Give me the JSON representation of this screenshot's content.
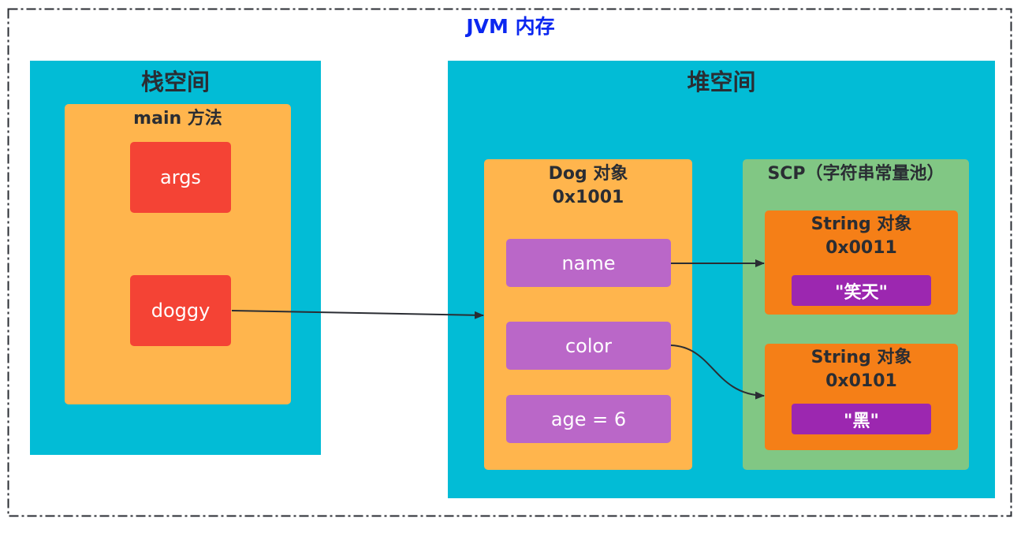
{
  "jvm": {
    "title": "JVM 内存"
  },
  "stack": {
    "title": "栈空间",
    "method": {
      "title": "main 方法",
      "vars": [
        "args",
        "doggy"
      ]
    }
  },
  "heap": {
    "title": "堆空间",
    "dog": {
      "title": "Dog 对象",
      "address": "0x1001",
      "fields": [
        "name",
        "color",
        "age = 6"
      ]
    },
    "scp": {
      "title": "SCP（字符串常量池）",
      "strings": [
        {
          "title": "String 对象",
          "address": "0x0011",
          "value": "\"笑天\""
        },
        {
          "title": "String 对象",
          "address": "0x0101",
          "value": "\"黑\""
        }
      ]
    }
  },
  "colors": {
    "frame_border": "#2a2d33",
    "title_blue": "#0b27f0",
    "region_cyan": "#02bcd6",
    "orange": "#ffb54d",
    "red": "#f44335",
    "purple_light": "#ba67c8",
    "green": "#81c784",
    "orange_dark": "#f57f17",
    "purple_dark": "#9c27b0",
    "arrow": "#2a2d33"
  },
  "arrows": [
    {
      "from": "doggy",
      "to": "dog-object"
    },
    {
      "from": "name",
      "to": "string-object-1"
    },
    {
      "from": "color",
      "to": "string-object-2"
    }
  ]
}
